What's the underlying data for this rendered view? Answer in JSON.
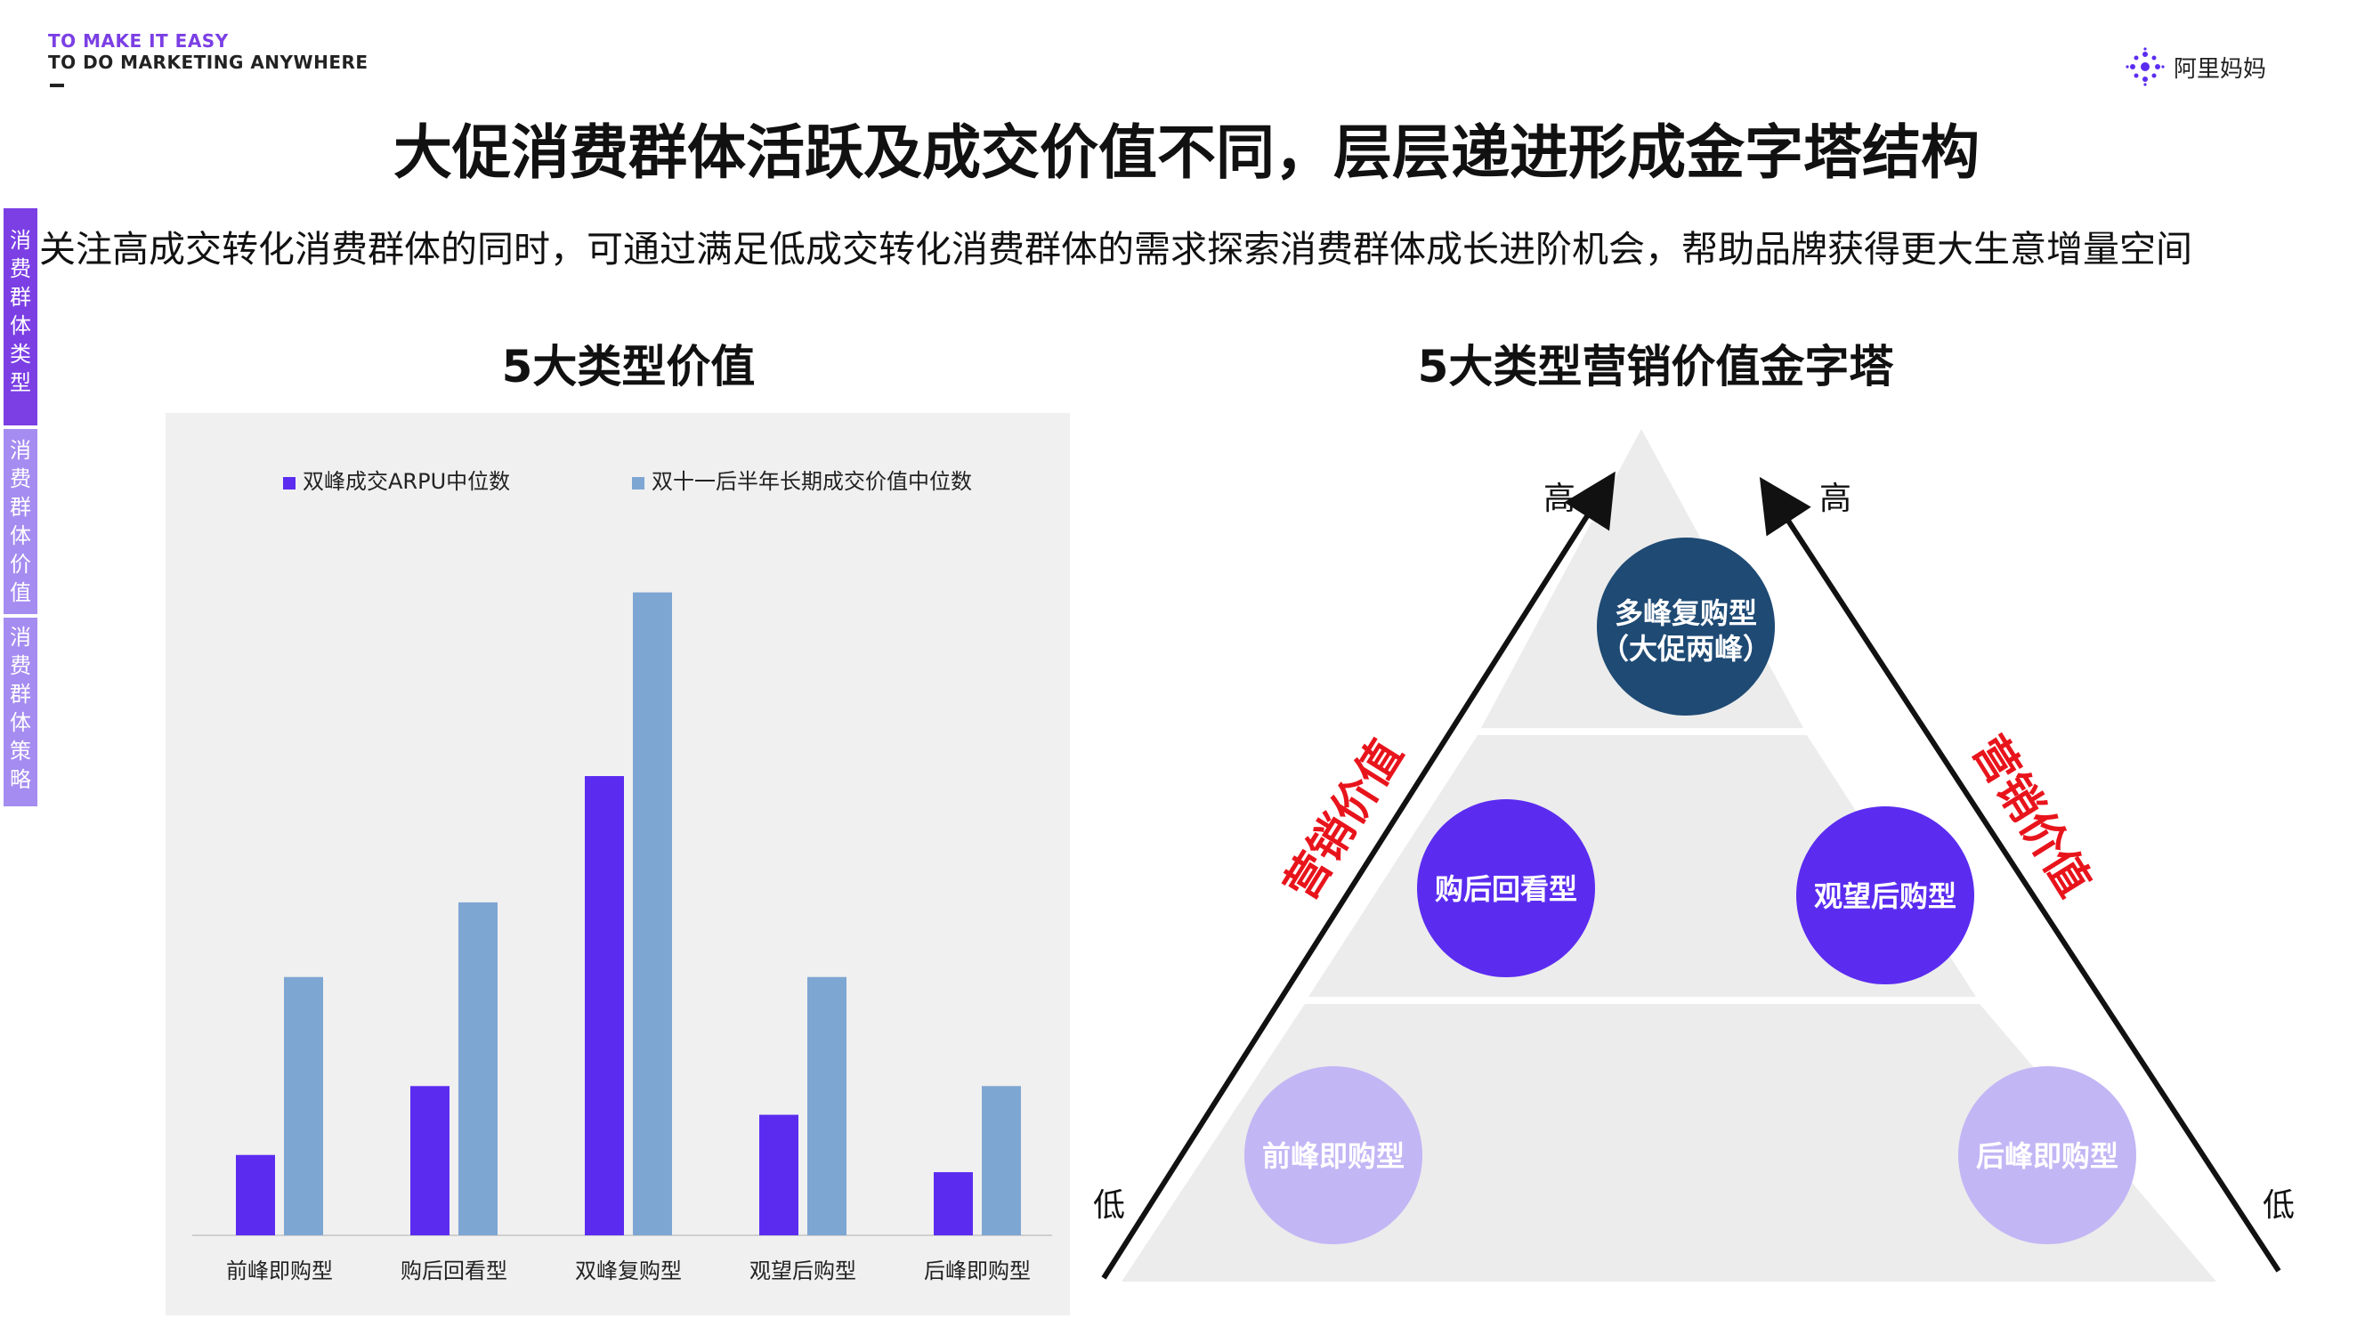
{
  "header": {
    "brand_line1": "TO MAKE IT EASY",
    "brand_line2": "TO DO MARKETING ANYWHERE",
    "logo_text": "阿里妈妈",
    "logo_icon": "alimama-logo-icon"
  },
  "title": "大促消费群体活跃及成交价值不同，层层递进形成金字塔结构",
  "subtitle": "关注高成交转化消费群体的同时，可通过满足低成交转化消费群体的需求探索消费群体成长进阶机会，帮助品牌获得更大生意增量空间",
  "side_tabs": [
    "消费群体类型",
    "消费群体价值",
    "消费群体策略"
  ],
  "colors": {
    "accent": "#7b3fe4",
    "series1": "#5b2cf0",
    "series2": "#7ea6d3",
    "tab_active": "#7b3fe4",
    "tab_inactive": "#a58cf0",
    "circle_top": "#1e4a74",
    "circle_mid": "#5b2cf0",
    "circle_low": "#c3b6f5",
    "axis_label_red": "#e8141c"
  },
  "chart_data": {
    "type": "bar",
    "title": "5大类型价值",
    "categories": [
      "前峰即购型",
      "购后回看型",
      "双峰复购型",
      "观望后购型",
      "后峰即购型"
    ],
    "series": [
      {
        "name": "双峰成交ARPU中位数",
        "values": [
          14,
          26,
          80,
          21,
          11
        ]
      },
      {
        "name": "双十一后半年长期成交价值中位数",
        "values": [
          45,
          58,
          112,
          45,
          26
        ]
      }
    ],
    "ylim": [
      0,
      120
    ],
    "grid": false,
    "legend": "top"
  },
  "pyramid": {
    "title": "5大类型营销价值金字塔",
    "tiers": [
      {
        "labels": [
          "多峰复购型（大促两峰）"
        ]
      },
      {
        "labels": [
          "购后回看型",
          "观望后购型"
        ]
      },
      {
        "labels": [
          "前峰即购型",
          "后峰即购型"
        ]
      }
    ],
    "top_label": "多峰复购型",
    "top_label2": "（大促两峰）",
    "mid_left": "购后回看型",
    "mid_right": "观望后购型",
    "low_left": "前峰即购型",
    "low_right": "后峰即购型",
    "axis_label": "营销价值",
    "high": "高",
    "low": "低"
  }
}
